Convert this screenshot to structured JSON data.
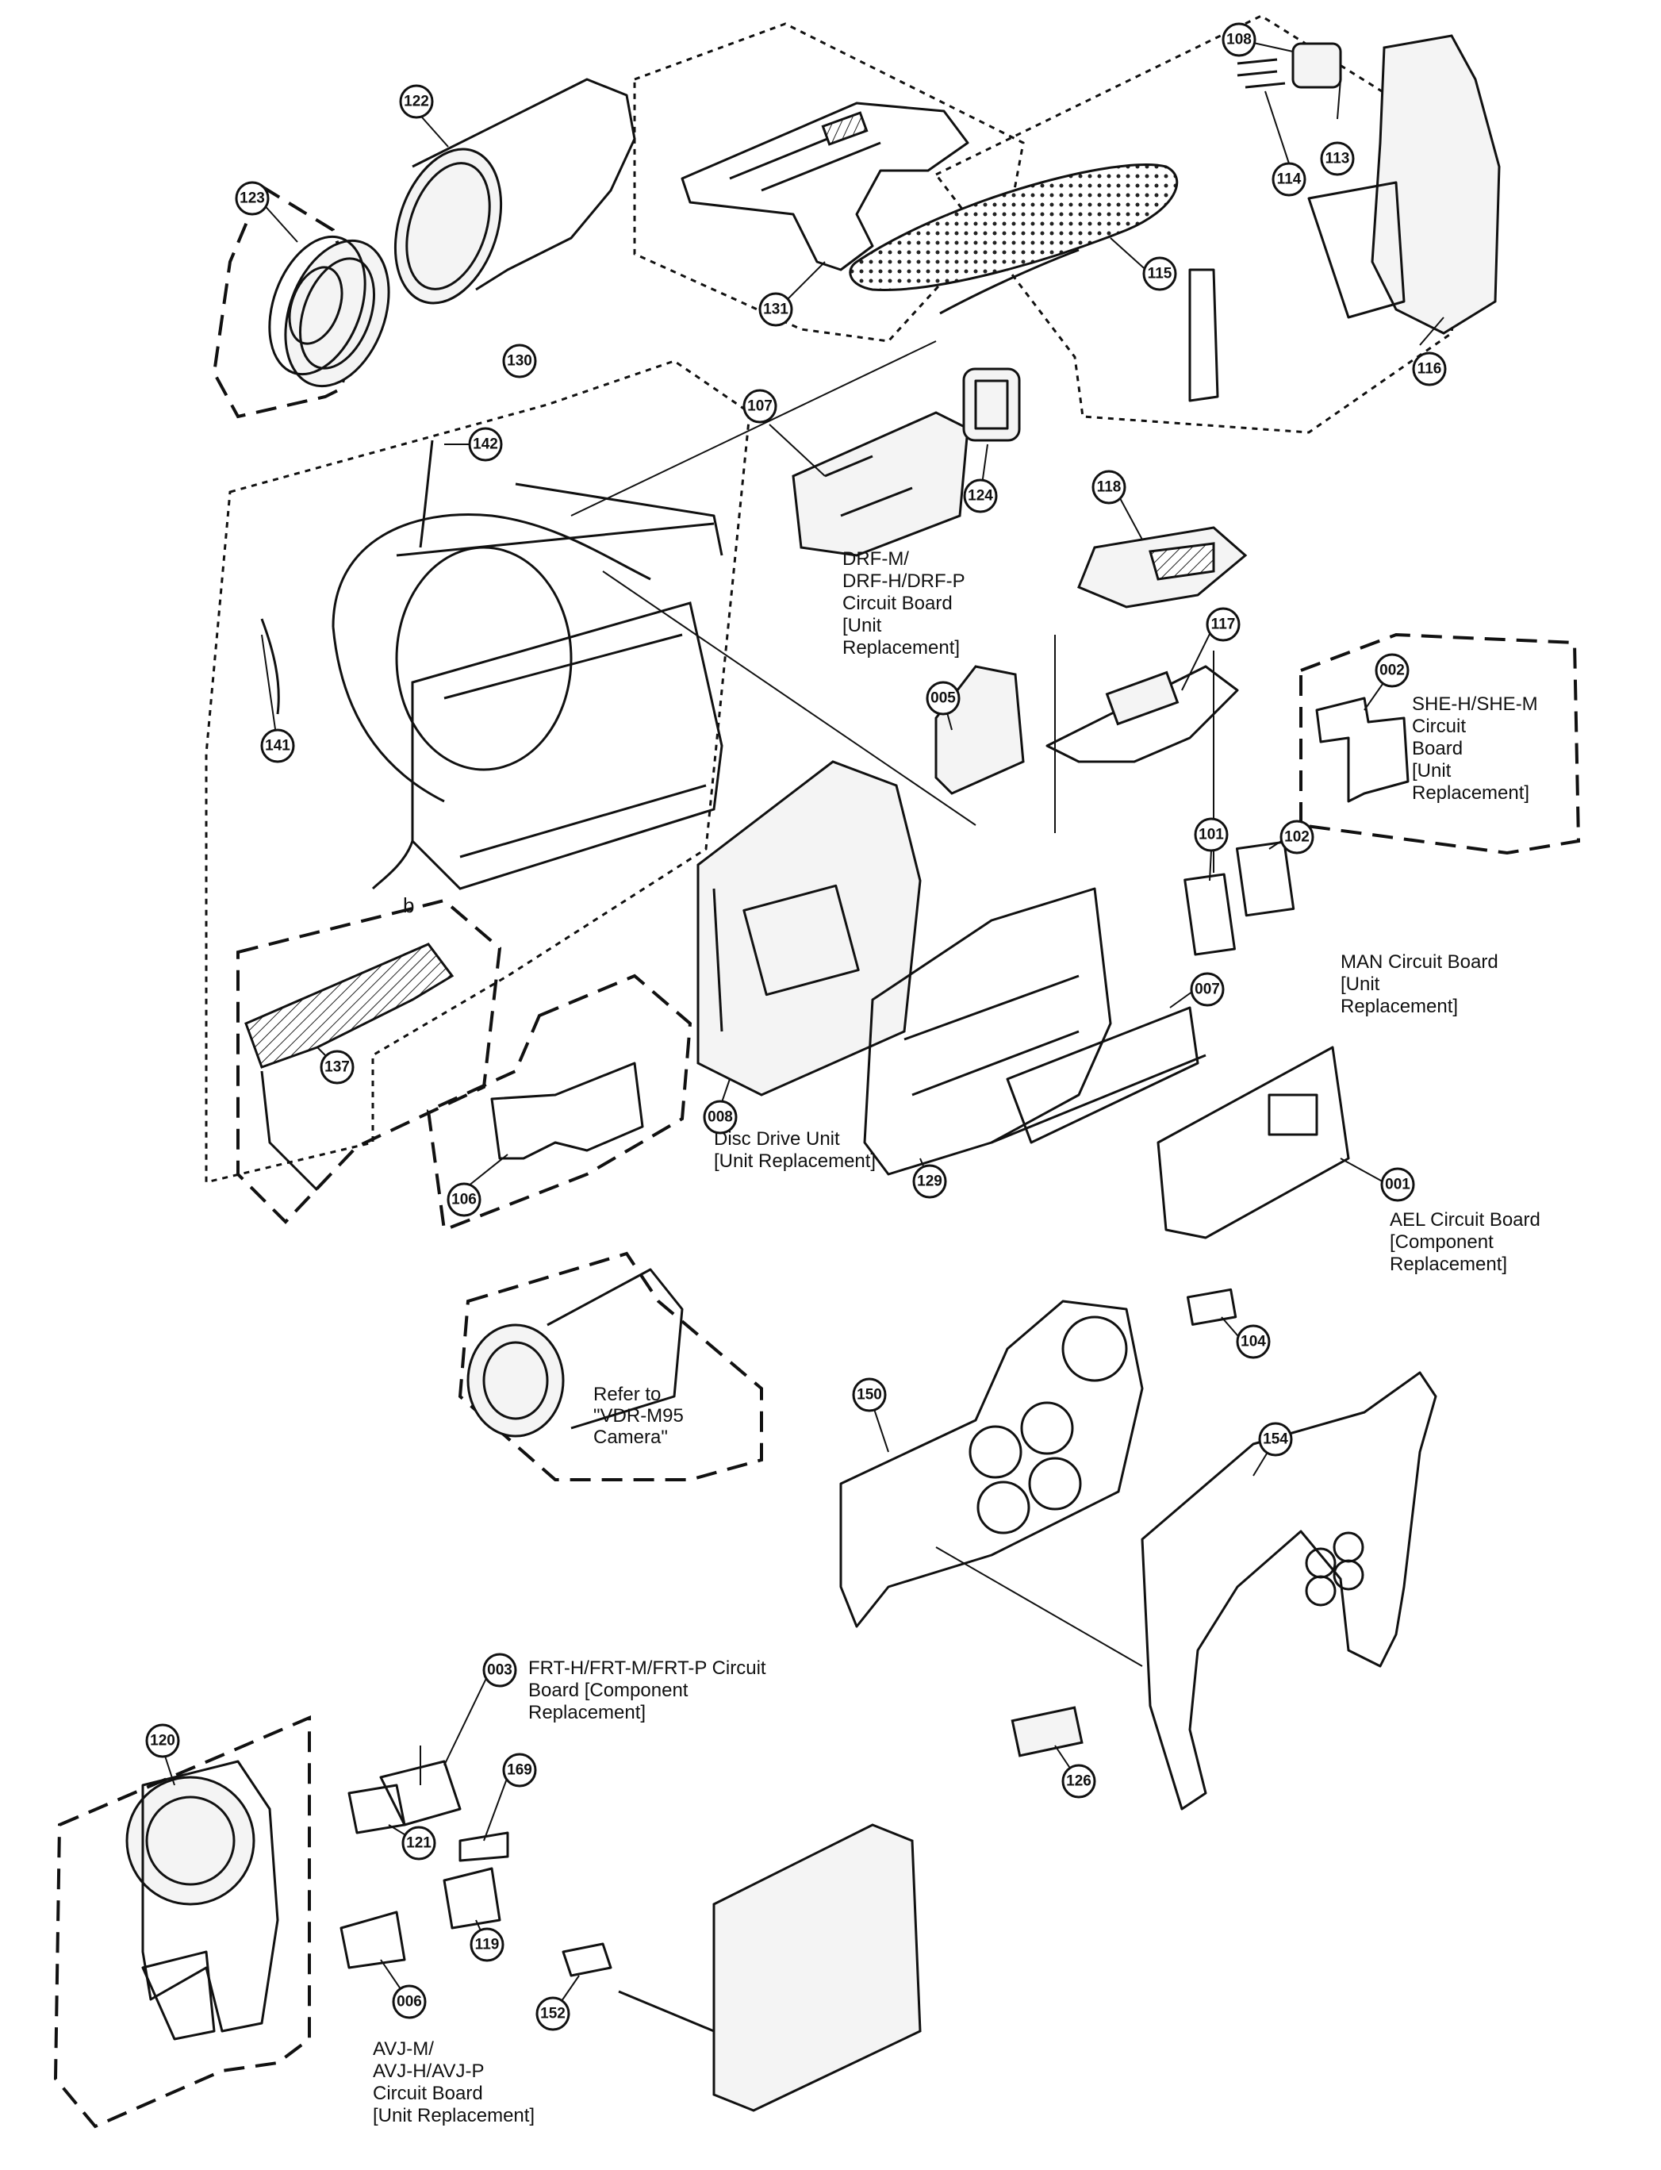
{
  "callouts": [
    {
      "id": "c-108",
      "text": "108"
    },
    {
      "id": "c-122",
      "text": "122"
    },
    {
      "id": "c-123",
      "text": "123"
    },
    {
      "id": "c-113",
      "text": "113"
    },
    {
      "id": "c-114",
      "text": "114"
    },
    {
      "id": "c-115",
      "text": "115"
    },
    {
      "id": "c-131",
      "text": "131"
    },
    {
      "id": "c-116",
      "text": "116"
    },
    {
      "id": "c-130",
      "text": "130"
    },
    {
      "id": "c-107",
      "text": "107"
    },
    {
      "id": "c-142",
      "text": "142"
    },
    {
      "id": "c-124",
      "text": "124"
    },
    {
      "id": "c-118",
      "text": "118"
    },
    {
      "id": "c-117",
      "text": "117"
    },
    {
      "id": "c-005",
      "text": "005"
    },
    {
      "id": "c-002",
      "text": "002"
    },
    {
      "id": "c-141",
      "text": "141"
    },
    {
      "id": "c-101",
      "text": "101"
    },
    {
      "id": "c-102",
      "text": "102"
    },
    {
      "id": "c-007",
      "text": "007"
    },
    {
      "id": "c-137",
      "text": "137"
    },
    {
      "id": "c-008",
      "text": "008"
    },
    {
      "id": "c-129",
      "text": "129"
    },
    {
      "id": "c-001",
      "text": "001"
    },
    {
      "id": "c-106",
      "text": "106"
    },
    {
      "id": "c-104",
      "text": "104"
    },
    {
      "id": "c-150",
      "text": "150"
    },
    {
      "id": "c-154",
      "text": "154"
    },
    {
      "id": "c-003",
      "text": "003"
    },
    {
      "id": "c-126",
      "text": "126"
    },
    {
      "id": "c-120",
      "text": "120"
    },
    {
      "id": "c-169",
      "text": "169"
    },
    {
      "id": "c-121",
      "text": "121"
    },
    {
      "id": "c-119",
      "text": "119"
    },
    {
      "id": "c-006",
      "text": "006"
    },
    {
      "id": "c-152",
      "text": "152"
    }
  ],
  "labels": {
    "drf": [
      "DRF-M/",
      "DRF-H/DRF-P",
      "Circuit Board",
      "[Unit",
      "Replacement]"
    ],
    "she": [
      "SHE-H/SHE-M",
      "Circuit",
      "Board",
      "[Unit",
      "Replacement]"
    ],
    "man": [
      "MAN Circuit Board",
      "[Unit",
      "Replacement]"
    ],
    "disc": [
      "Disc Drive Unit",
      "[Unit Replacement]"
    ],
    "ael": [
      "AEL Circuit Board",
      "[Component",
      "Replacement]"
    ],
    "refer": [
      "Refer to",
      "\"VDR-M95",
      "Camera\""
    ],
    "frt": [
      "FRT-H/FRT-M/FRT-P Circuit",
      "Board [Component",
      "Replacement]"
    ],
    "avj": [
      "AVJ-M/",
      "AVJ-H/AVJ-P",
      "Circuit Board",
      "[Unit Replacement]"
    ],
    "letter_b": "b"
  }
}
